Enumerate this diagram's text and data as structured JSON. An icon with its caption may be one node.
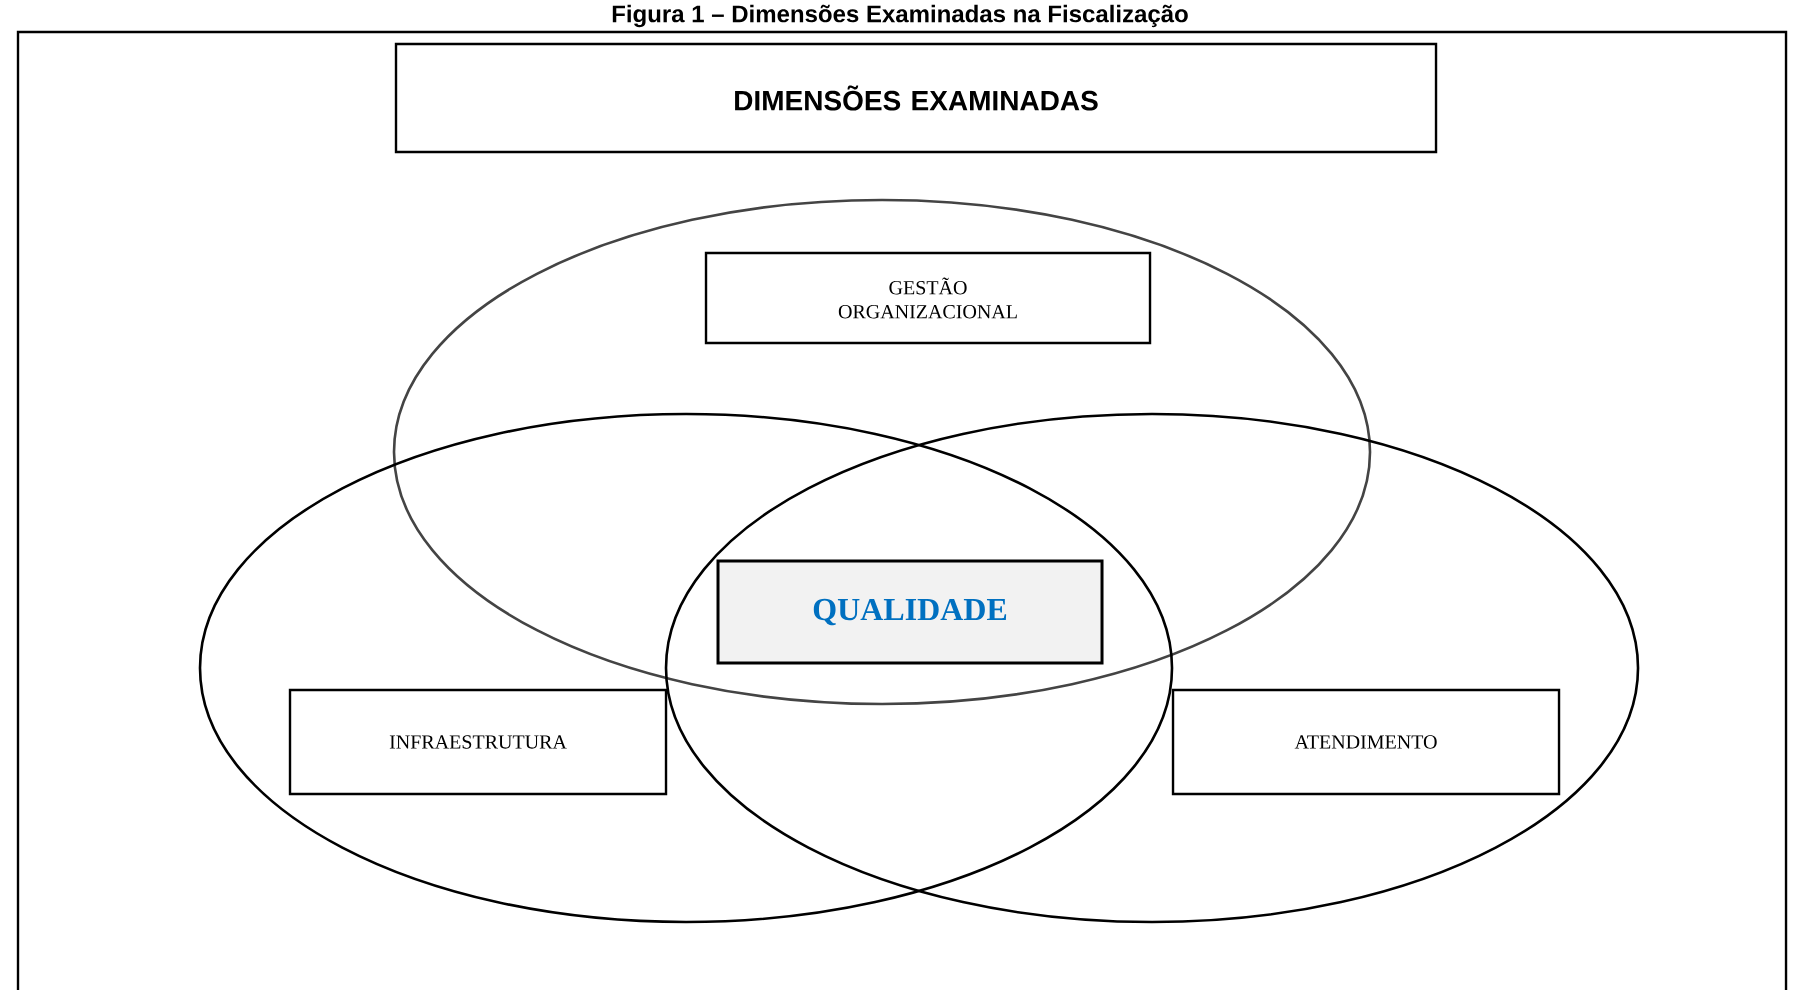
{
  "diagram": {
    "title": "Figura 1 – Dimensões Examinadas na Fiscalização",
    "nodes": [
      {
        "text": [
          "DIMENSÕES EXAMINADAS"
        ]
      },
      {
        "text": [],
        "shape": "ellipse"
      },
      {
        "text": [
          "GESTÃO ORGANIZACIONAL"
        ],
        "in": 1
      },
      {
        "text": [],
        "shape": "ellipse"
      },
      {
        "text": [],
        "shape": "ellipse"
      },
      {
        "text": [
          "QUALIDADE"
        ]
      },
      {
        "text": [
          "INFRAESTRUTURA"
        ],
        "in": 3
      },
      {
        "text": [
          "ATENDIMENTO"
        ],
        "in": 4
      }
    ]
  }
}
